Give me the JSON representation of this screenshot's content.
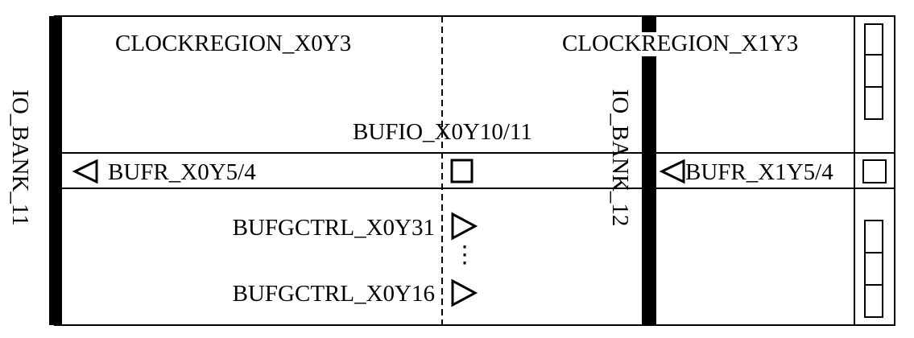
{
  "region_left": {
    "label": "CLOCKREGION_X0Y3"
  },
  "region_right": {
    "label": "CLOCKREGION_X1Y3"
  },
  "io_bank_left": {
    "label": "IO_BANK_11"
  },
  "io_bank_right": {
    "label": "IO_BANK_12"
  },
  "bufio": {
    "label": "BUFIO_X0Y10/11"
  },
  "bufr_left": {
    "label": "BUFR_X0Y5/4"
  },
  "bufr_right": {
    "label": "BUFR_X1Y5/4"
  },
  "bufgctrl_top": {
    "label": "BUFGCTRL_X0Y31"
  },
  "bufgctrl_bottom": {
    "label": "BUFGCTRL_X0Y16"
  },
  "ellipsis": {
    "label": "⋮"
  }
}
